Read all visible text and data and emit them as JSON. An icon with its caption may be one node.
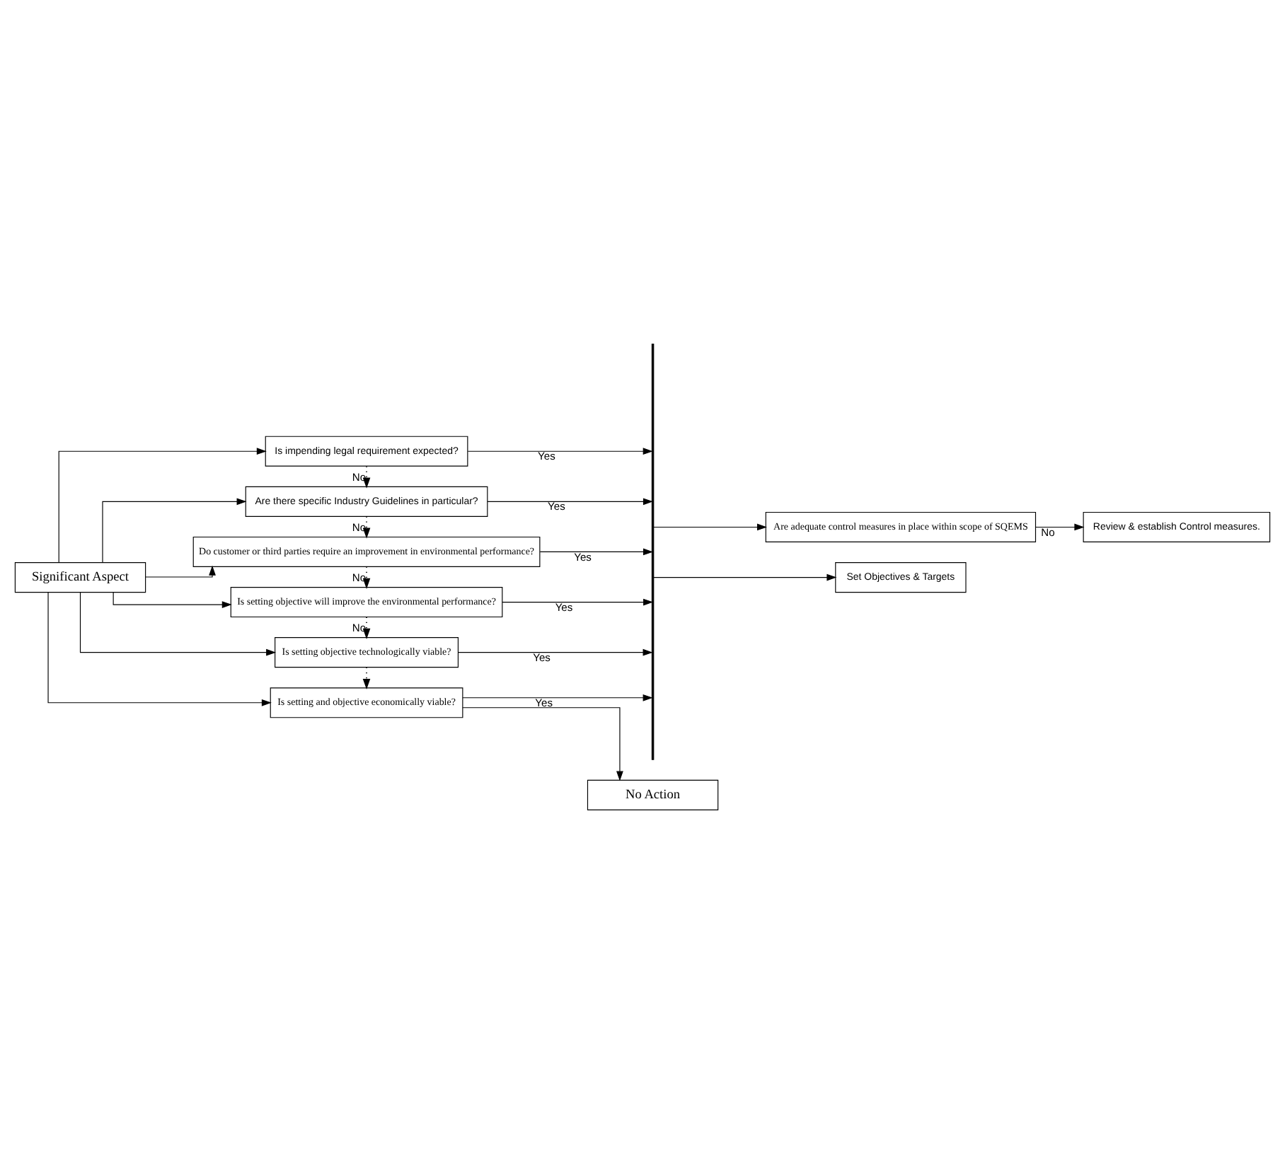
{
  "diagram": {
    "nodes": [
      {
        "text": [
          "Significant Aspect"
        ]
      },
      {
        "text": [
          "Is impending legal requirement expected?"
        ]
      },
      {
        "text": [
          "Are there specific Industry Guidelines in particular?"
        ]
      },
      {
        "text": [
          "Do customer or third parties require an improvement in environmental performance?"
        ]
      },
      {
        "text": [
          "Is setting objective will improve the environmental performance?"
        ]
      },
      {
        "text": [
          "Is setting objective technologically viable?"
        ]
      },
      {
        "text": [
          "Is setting and objective economically viable?"
        ]
      },
      {
        "text": [],
        "shape": "bar"
      },
      {
        "text": [
          "Are adequate control measures in place within scope of SQEMS"
        ]
      },
      {
        "text": [
          "Review & establish Control measures."
        ]
      },
      {
        "text": [
          "Set Objectives & Targets"
        ]
      },
      {
        "text": [
          "No Action"
        ]
      }
    ],
    "edges": [
      {
        "from": 0,
        "to": 1,
        "arrow": "to"
      },
      {
        "from": 0,
        "to": 2,
        "arrow": "to"
      },
      {
        "from": 0,
        "to": 3,
        "arrow": "to"
      },
      {
        "from": 0,
        "to": 4,
        "arrow": "to"
      },
      {
        "from": 0,
        "to": 5,
        "arrow": "to"
      },
      {
        "from": 0,
        "to": 6,
        "arrow": "to"
      },
      {
        "from": 1,
        "to": 7,
        "arrow": "to",
        "label": "Yes"
      },
      {
        "from": 1,
        "to": 2,
        "arrow": "to",
        "label": "No",
        "style": "dashed"
      },
      {
        "from": 2,
        "to": 7,
        "arrow": "to",
        "label": "Yes"
      },
      {
        "from": 2,
        "to": 3,
        "arrow": "to",
        "label": "No",
        "style": "dashed"
      },
      {
        "from": 3,
        "to": 7,
        "arrow": "to",
        "label": "Yes"
      },
      {
        "from": 3,
        "to": 4,
        "arrow": "to",
        "label": "No",
        "style": "dashed"
      },
      {
        "from": 4,
        "to": 7,
        "arrow": "to",
        "label": "Yes"
      },
      {
        "from": 4,
        "to": 5,
        "arrow": "to",
        "label": "No",
        "style": "dashed"
      },
      {
        "from": 5,
        "to": 7,
        "arrow": "to",
        "label": "Yes"
      },
      {
        "from": 5,
        "to": 6,
        "arrow": "to",
        "style": "dashed"
      },
      {
        "from": 6,
        "to": 7,
        "arrow": "to",
        "label": "Yes"
      },
      {
        "from": 6,
        "to": 11,
        "arrow": "to"
      },
      {
        "from": 7,
        "to": 8,
        "arrow": "to"
      },
      {
        "from": 7,
        "to": 10,
        "arrow": "to"
      },
      {
        "from": 8,
        "to": 9,
        "arrow": "to",
        "label": "No"
      }
    ]
  }
}
